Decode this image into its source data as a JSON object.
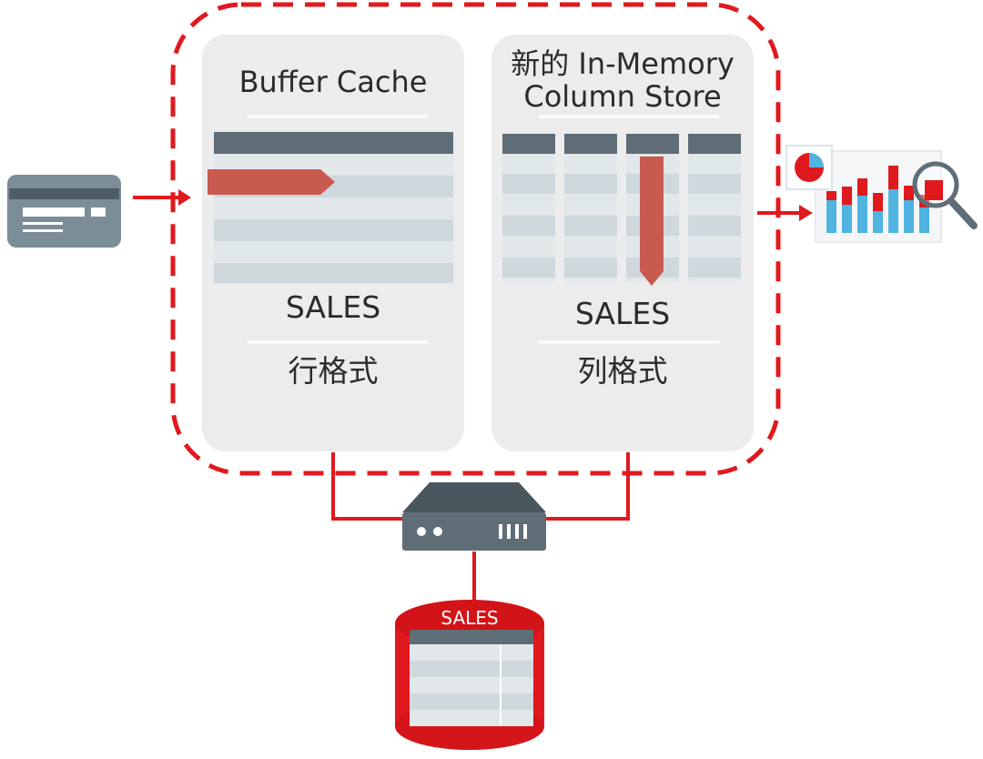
{
  "buffer_cache": {
    "title": "Buffer Cache",
    "table_name": "SALES",
    "format": "行格式"
  },
  "column_store": {
    "title_line1": "新的 In-Memory",
    "title_line2": "Column Store",
    "table_name": "SALES",
    "format": "列格式"
  },
  "database": {
    "label": "SALES"
  },
  "colors": {
    "accent_red": "#e0191e",
    "pane_bg": "#ececec",
    "header_slate": "#5f6d76",
    "row_light": "#cfd8dc",
    "row_alt": "#e2e7ea",
    "scan_arrow": "#c95a50",
    "chart_blue": "#4fb4e0"
  },
  "icons": [
    "credit-card-icon",
    "server-icon",
    "database-icon",
    "analytics-chart-icon",
    "magnifier-icon",
    "pie-chart-icon"
  ]
}
